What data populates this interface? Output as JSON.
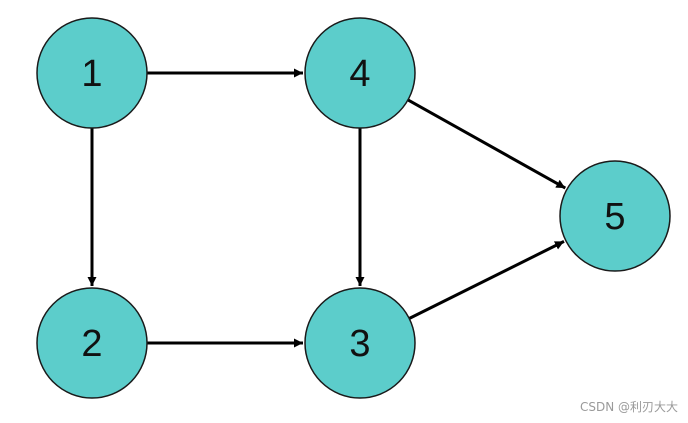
{
  "diagram": {
    "node_fill": "#5ccdcb",
    "node_stroke": "#1a1a1a",
    "edge_color": "#000000",
    "nodes": [
      {
        "id": "1",
        "label": "1"
      },
      {
        "id": "2",
        "label": "2"
      },
      {
        "id": "3",
        "label": "3"
      },
      {
        "id": "4",
        "label": "4"
      },
      {
        "id": "5",
        "label": "5"
      }
    ],
    "edges": [
      {
        "from": "1",
        "to": "4"
      },
      {
        "from": "1",
        "to": "2"
      },
      {
        "from": "2",
        "to": "3"
      },
      {
        "from": "4",
        "to": "3"
      },
      {
        "from": "4",
        "to": "5"
      },
      {
        "from": "3",
        "to": "5"
      }
    ]
  },
  "watermark": {
    "text": "CSDN @利刃大大"
  }
}
